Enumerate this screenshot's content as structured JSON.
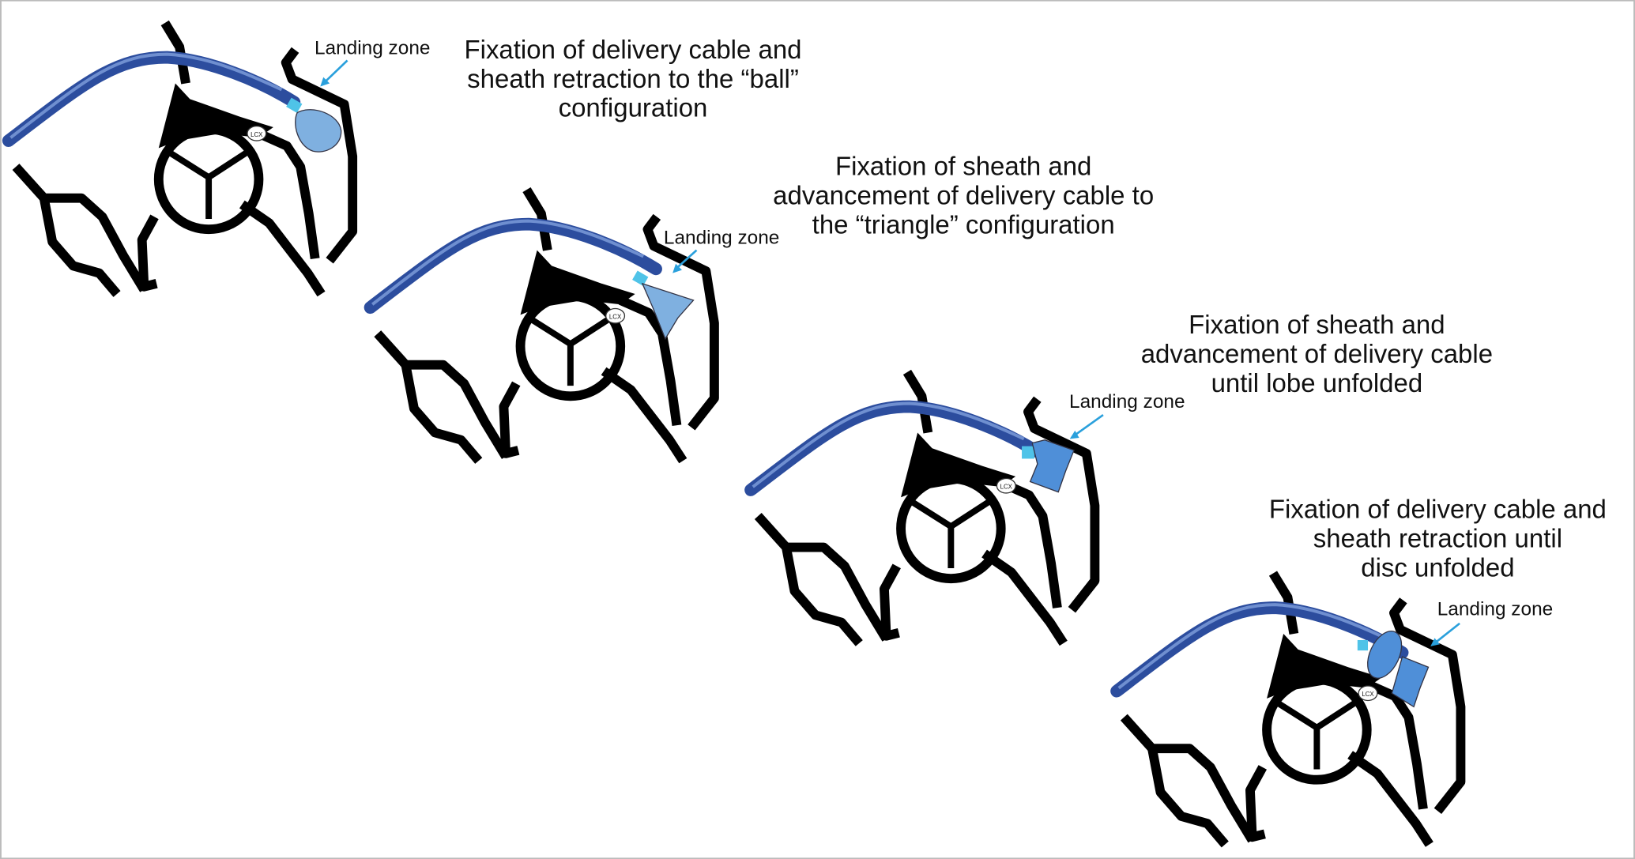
{
  "figure": {
    "panels": [
      {
        "step": 1,
        "title_lines": [
          "Fixation of delivery cable and",
          "sheath retraction to the “ball”",
          "configuration"
        ],
        "landing_zone_label": "Landing zone",
        "vessel_label": "LCX",
        "device_state": "ball"
      },
      {
        "step": 2,
        "title_lines": [
          "Fixation of sheath and",
          "advancement of delivery cable to",
          "the “triangle” configuration"
        ],
        "landing_zone_label": "Landing zone",
        "vessel_label": "LCX",
        "device_state": "triangle"
      },
      {
        "step": 3,
        "title_lines": [
          "Fixation of sheath and",
          "advancement of delivery cable",
          "until lobe unfolded"
        ],
        "landing_zone_label": "Landing zone",
        "vessel_label": "LCX",
        "device_state": "lobe"
      },
      {
        "step": 4,
        "title_lines": [
          "Fixation of delivery cable and",
          "sheath retraction until",
          "disc unfolded"
        ],
        "landing_zone_label": "Landing zone",
        "vessel_label": "LCX",
        "device_state": "disc"
      }
    ],
    "colors": {
      "cable": "#2c4d9e",
      "cable_highlight": "#6f8fd0",
      "sheath_tip": "#4fc3e8",
      "device": "#7fb0e0",
      "arrow": "#2aa0dc",
      "anatomy": "#000000"
    }
  }
}
